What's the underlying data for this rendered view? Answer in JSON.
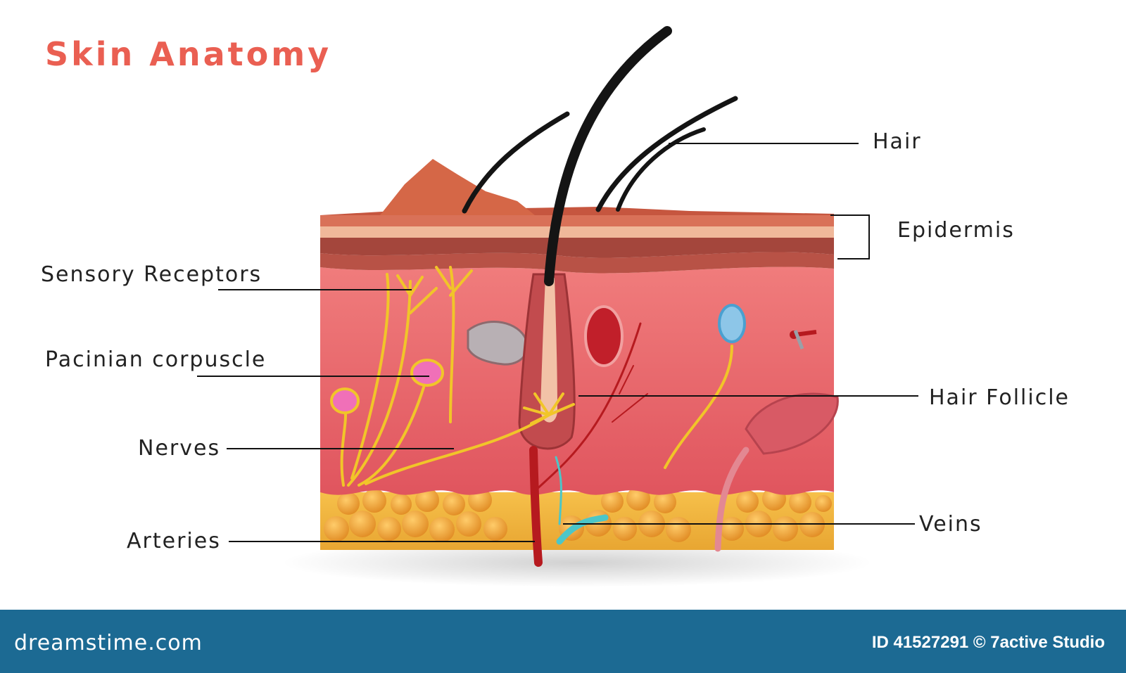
{
  "title": "Skin Anatomy",
  "labels": {
    "hair": "Hair",
    "epidermis": "Epidermis",
    "sensory_receptors": "Sensory Receptors",
    "pacinian_corpuscle": "Pacinian corpuscle",
    "hair_follicle": "Hair Follicle",
    "nerves": "Nerves",
    "arteries": "Arteries",
    "veins": "Veins"
  },
  "footer": {
    "brand": "dreamstime.com",
    "id_credit": "ID 41527291 © 7active Studio"
  },
  "colors": {
    "title": "#ea5f52",
    "footer": "#1c6a93",
    "dermis": "#e7646a",
    "epidermis": "#c96a52",
    "fat": "#f1a23e",
    "nerve": "#f1c529",
    "artery": "#b61a1f",
    "vein": "#4cc6c8"
  }
}
